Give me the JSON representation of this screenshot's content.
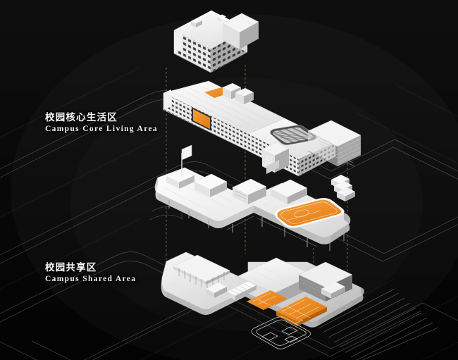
{
  "scene": {
    "title": "Campus Exploded Axonometric Diagram",
    "background_color": "#030303",
    "accent_color": "#ef8a23",
    "mass_color": "#f2f2f2",
    "site_line_color": "#6e6e6e",
    "connector_color": "#8a6030"
  },
  "labels": [
    {
      "id": "campus-core-living-area",
      "cn": "校园核心生活区",
      "en": "Campus Core Living Area"
    },
    {
      "id": "campus-shared-area",
      "cn": "校园共享区",
      "en": "Campus Shared Area"
    }
  ],
  "layers": [
    {
      "index": 1,
      "name": "dormitory-tower",
      "description": "White rectangular residential slab block with gridded window facade",
      "belongs_to": "campus-core-living-area"
    },
    {
      "index": 2,
      "name": "linear-academic-bar",
      "description": "Long linear building bar with orange courtyards, atrium void and louvered wing",
      "belongs_to": "campus-core-living-area"
    },
    {
      "index": 3,
      "name": "elevated-podium-deck",
      "description": "Elevated platform deck with orange running track and sports field",
      "belongs_to": "campus-shared-area"
    },
    {
      "index": 4,
      "name": "ground-plane-base",
      "description": "Ground level base plate with orange sports courts and site wireframe",
      "belongs_to": "campus-shared-area"
    }
  ],
  "connectors": {
    "style": "dashed-vertical",
    "count": 4,
    "color": "#8a6030"
  },
  "accents": [
    {
      "name": "courtyard-orange-upper",
      "layer": 2
    },
    {
      "name": "courtyard-orange-lower",
      "layer": 2
    },
    {
      "name": "running-track-orange",
      "layer": 3
    },
    {
      "name": "sports-court-orange-a",
      "layer": 4
    },
    {
      "name": "sports-court-orange-b",
      "layer": 4
    }
  ]
}
